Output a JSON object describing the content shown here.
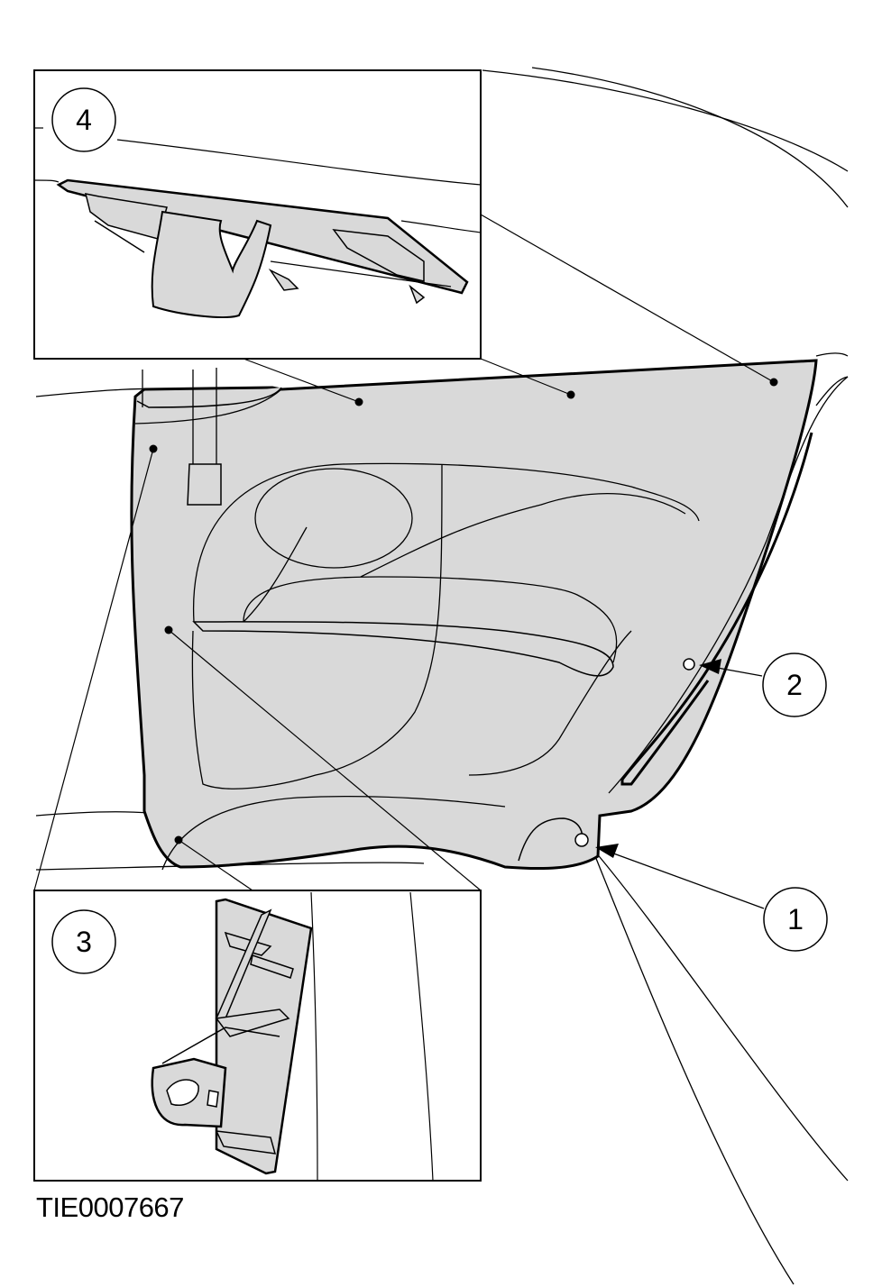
{
  "figure_code": "TIE0007667",
  "callouts": [
    {
      "id": "1",
      "label": "1"
    },
    {
      "id": "2",
      "label": "2"
    },
    {
      "id": "3",
      "label": "3"
    },
    {
      "id": "4",
      "label": "4"
    }
  ],
  "colors": {
    "line": "#000000",
    "panel_fill": "#d9d9d9",
    "background": "#ffffff"
  }
}
